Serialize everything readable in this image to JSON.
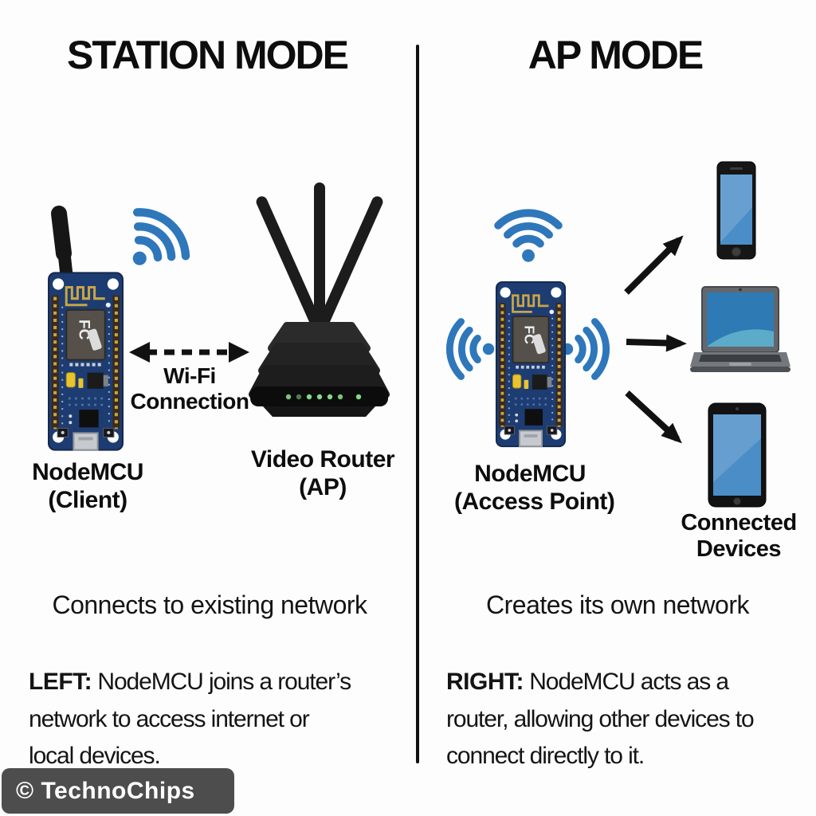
{
  "header": {
    "station_title": "STATION MODE",
    "ap_title": "AP MODE"
  },
  "station": {
    "nodemcu_label": [
      "NodeMCU",
      "(Client)"
    ],
    "wifi_connection_label": [
      "Wi-Fi",
      "Connection"
    ],
    "router_label": [
      "Video Router",
      "(AP)"
    ],
    "summary": "Connects to existing network",
    "description": {
      "prefix": "LEFT:",
      "line1": " NodeMCU joins a router’s",
      "line2": "network to access internet or",
      "line3": "local devices."
    }
  },
  "ap": {
    "nodemcu_label": [
      "NodeMCU",
      "(Access Point)"
    ],
    "devices_label": [
      "Connected",
      "Devices"
    ],
    "summary": "Creates its own network",
    "description": {
      "prefix": "RIGHT:",
      "line1": " NodeMCU acts as a",
      "line2": "router, allowing other devices to",
      "line3": "connect directly to it."
    }
  },
  "board": {
    "chip_label": "FC"
  },
  "footer": {
    "watermark": "© TechnoChips"
  },
  "colors": {
    "wifi_blue": "#2e77bb",
    "pcb_navy": "#1d3c72",
    "module_gray": "#55514a",
    "gold": "#c9a544",
    "led_green": "#86d986",
    "screen_blue": "#4b8ec7",
    "laptop_screen": "#2e7ab4",
    "text_black": "#111111",
    "watermark_bg": "#4d4d4d"
  }
}
